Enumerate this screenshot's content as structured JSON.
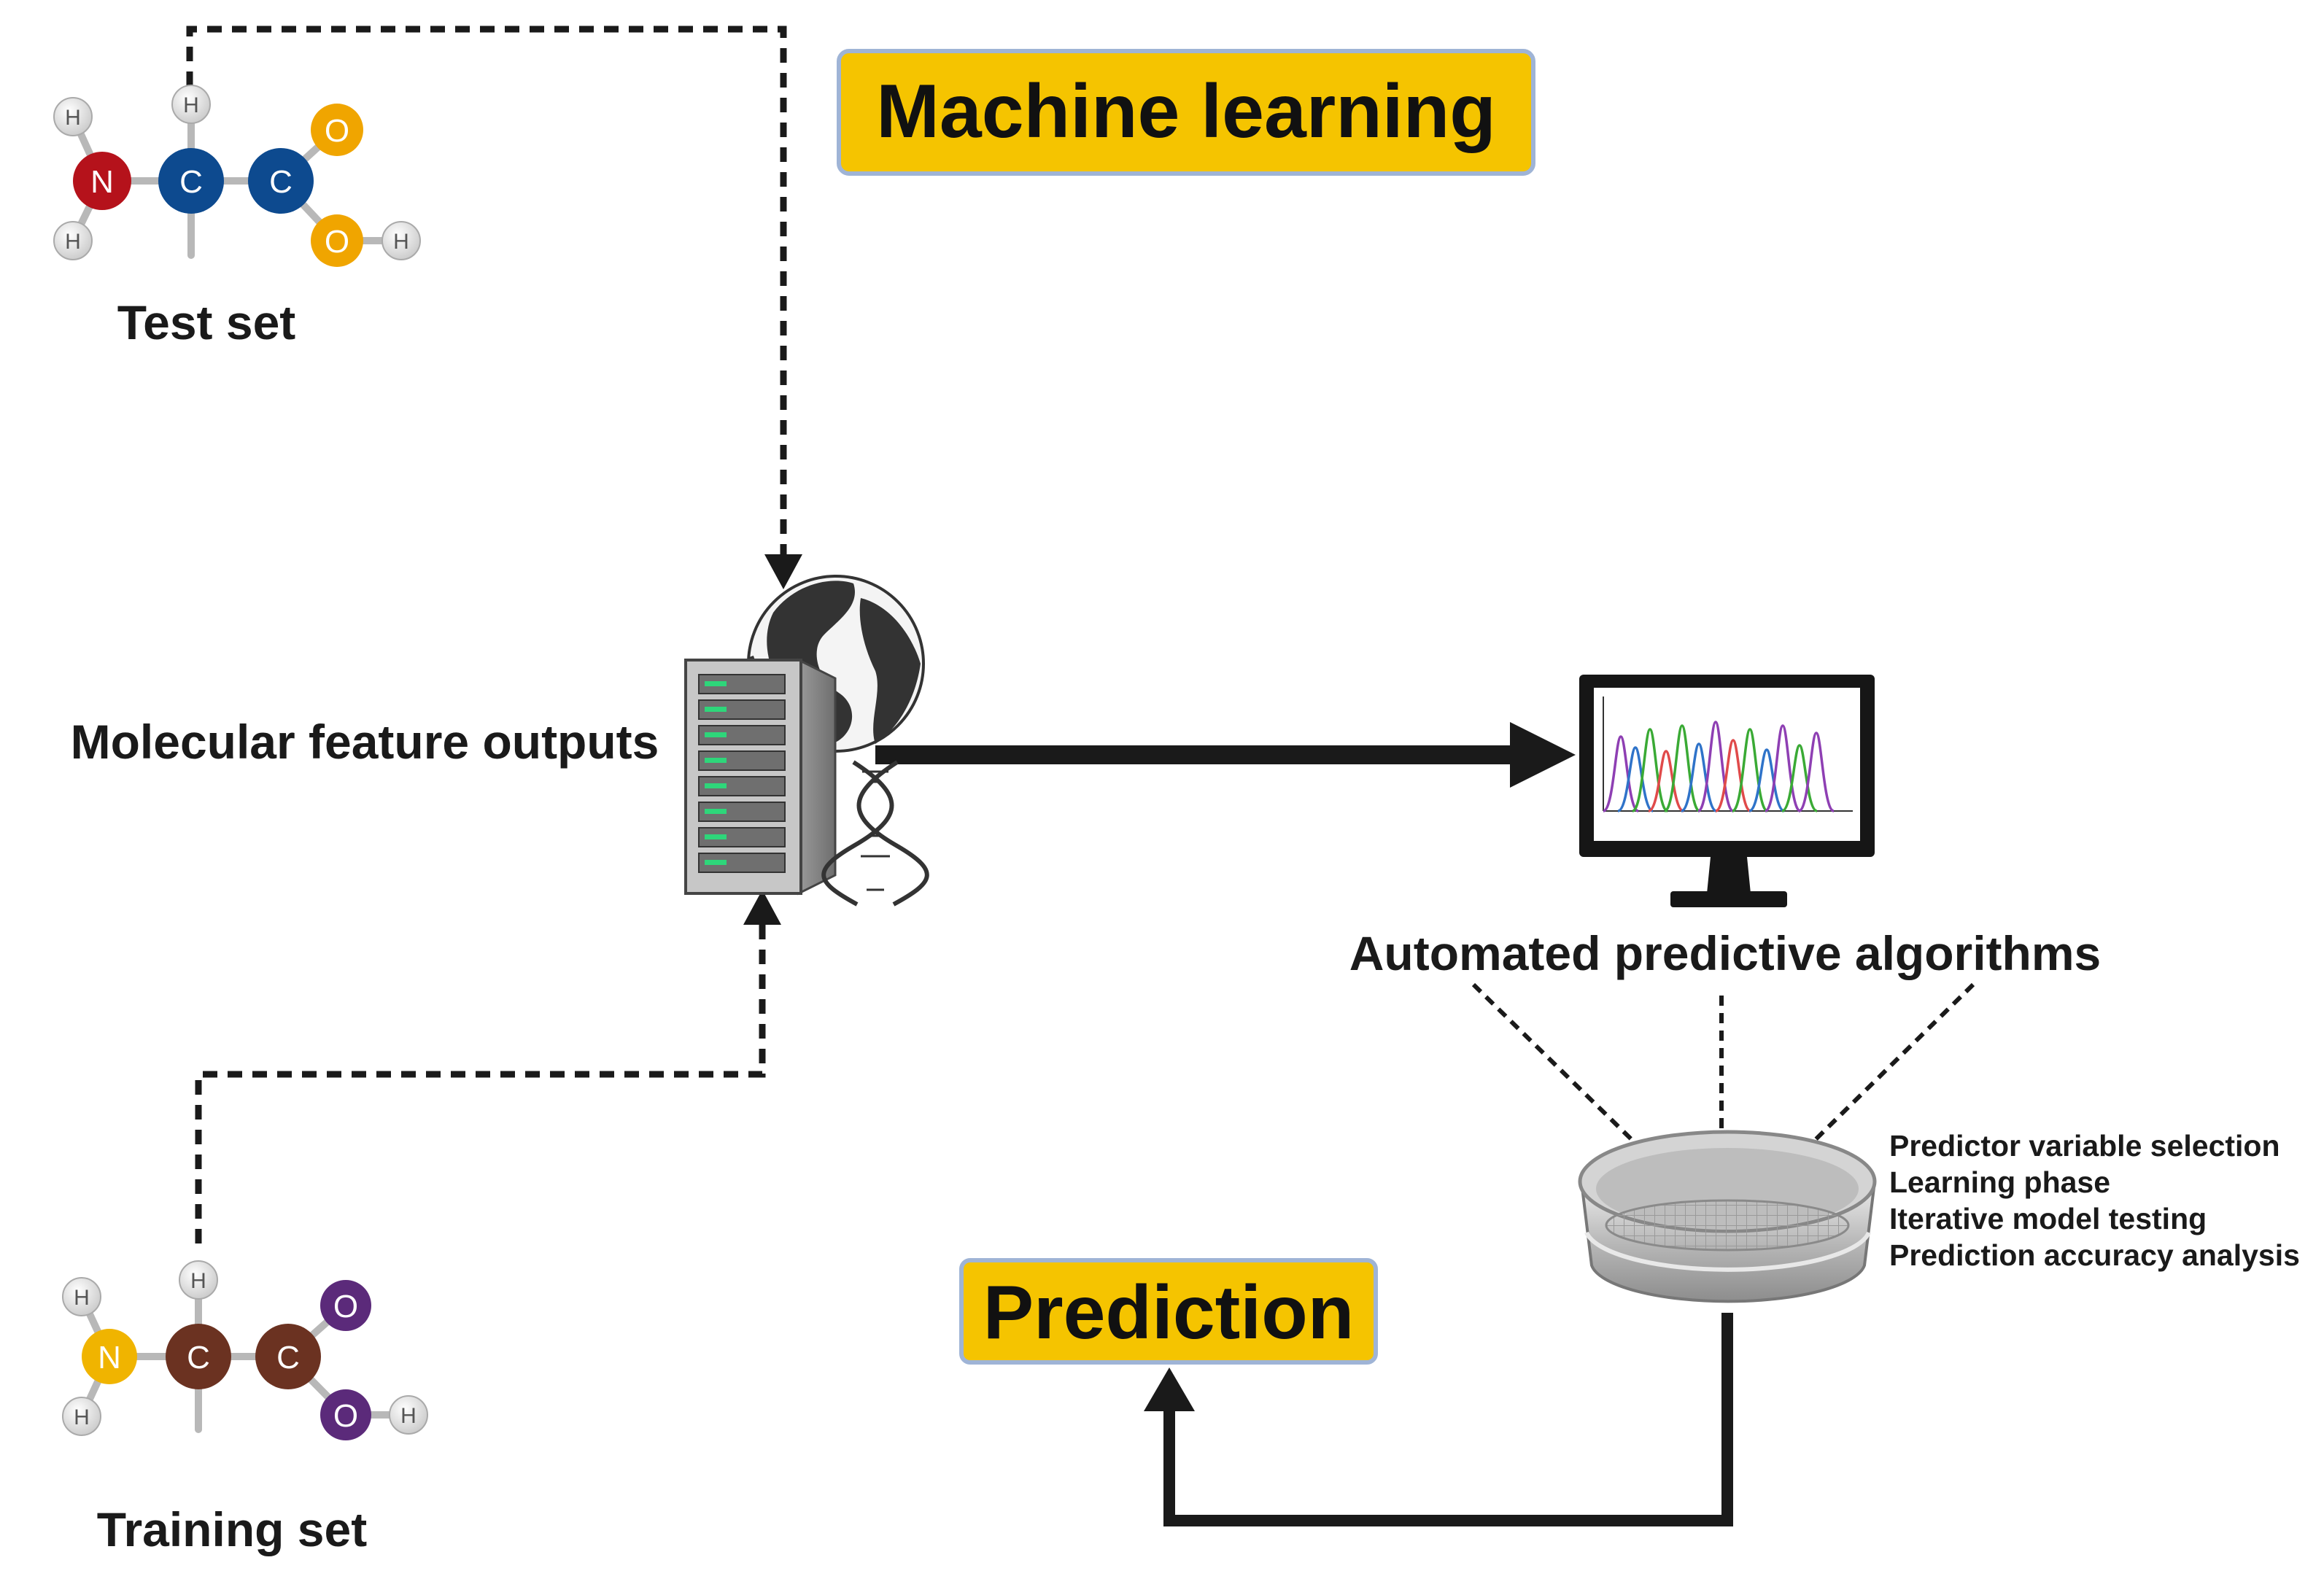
{
  "title_box": {
    "label": "Machine learning",
    "color": "#f5c400",
    "border": "#9fb4d6"
  },
  "prediction_box": {
    "label": "Prediction",
    "color": "#f5c400",
    "border": "#9fb4d6"
  },
  "test_set": {
    "label": "Test set",
    "atoms": {
      "n": "N",
      "c1": "C",
      "c2": "C",
      "o1": "O",
      "o2": "O",
      "h": "H"
    },
    "colors": {
      "n": "#b5121b",
      "c": "#0d4a8f",
      "o": "#f0a500"
    }
  },
  "training_set": {
    "label": "Training set",
    "atoms": {
      "n": "N",
      "c1": "C",
      "c2": "C",
      "o1": "O",
      "o2": "O",
      "h": "H"
    },
    "colors": {
      "n": "#f0b400",
      "c": "#6b3221",
      "o": "#5b2a7a"
    }
  },
  "molecular_features": {
    "label": "Molecular feature outputs",
    "icons": [
      "server-icon",
      "globe-icon",
      "dna-icon"
    ]
  },
  "algorithms": {
    "label": "Automated predictive algorithms",
    "icon": "monitor-chromatogram-icon"
  },
  "sieve": {
    "icon": "sieve-icon"
  },
  "steps": [
    "Predictor variable selection",
    "Learning phase",
    "Iterative model testing",
    "Prediction accuracy analysis"
  ]
}
